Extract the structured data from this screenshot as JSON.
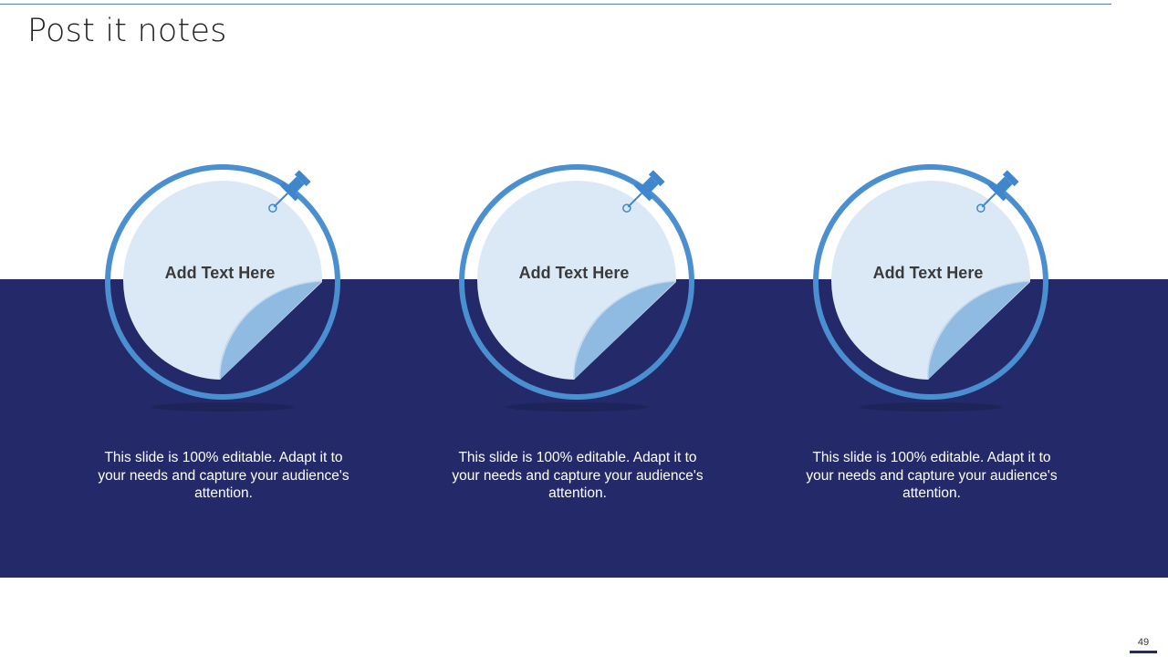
{
  "slide": {
    "title": "Post it notes",
    "page_number": "49"
  },
  "colors": {
    "band": "#242a69",
    "ring": "#4a8fd0",
    "note_fill": "#dbe9f7",
    "curl": "#8fbbe3",
    "pin": "#3f86cc"
  },
  "notes": [
    {
      "heading": "Add Text Here",
      "description": "This slide is 100% editable. Adapt it to your needs and capture your audience's attention."
    },
    {
      "heading": "Add Text Here",
      "description": "This slide is 100% editable. Adapt it to your needs and capture your audience's attention."
    },
    {
      "heading": "Add Text Here",
      "description": "This slide is 100% editable. Adapt it to your needs and capture your audience's attention."
    }
  ]
}
